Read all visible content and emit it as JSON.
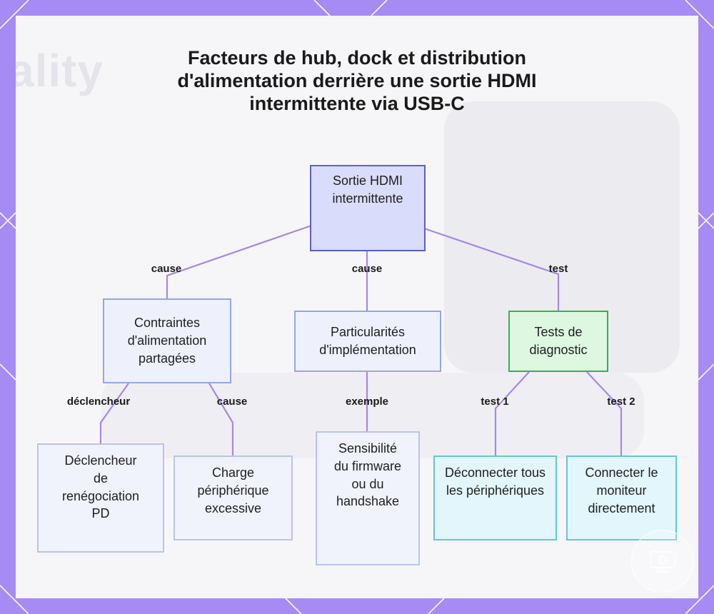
{
  "title": "Facteurs de hub, dock et distribution d'alimentation derrière une sortie HDMI intermittente via USB-C",
  "nodes": {
    "root": "Sortie HDMI intermittente",
    "power": "Contraintes d'alimentation partagées",
    "impl": "Particularités d'implémentation",
    "tests": "Tests de diagnostic",
    "pd": "Déclencheur de renégociation PD",
    "charge": "Charge périphérique excessive",
    "firmware": "Sensibilité du firmware ou du handshake",
    "disconnect": "Déconnecter tous les périphériques",
    "direct": "Connecter le moniteur directement"
  },
  "edge_labels": {
    "root_power": "cause",
    "root_impl": "cause",
    "root_tests": "test",
    "power_pd": "déclencheur",
    "power_charge": "cause",
    "impl_firmware": "exemple",
    "tests_disconnect": "test 1",
    "tests_direct": "test 2"
  },
  "colors": {
    "frame": "#a78bf5",
    "edge": "#a887e6",
    "root_border": "#5a5fd1",
    "green_border": "#3aaf4e",
    "cyan_border": "#62c5dc"
  }
}
